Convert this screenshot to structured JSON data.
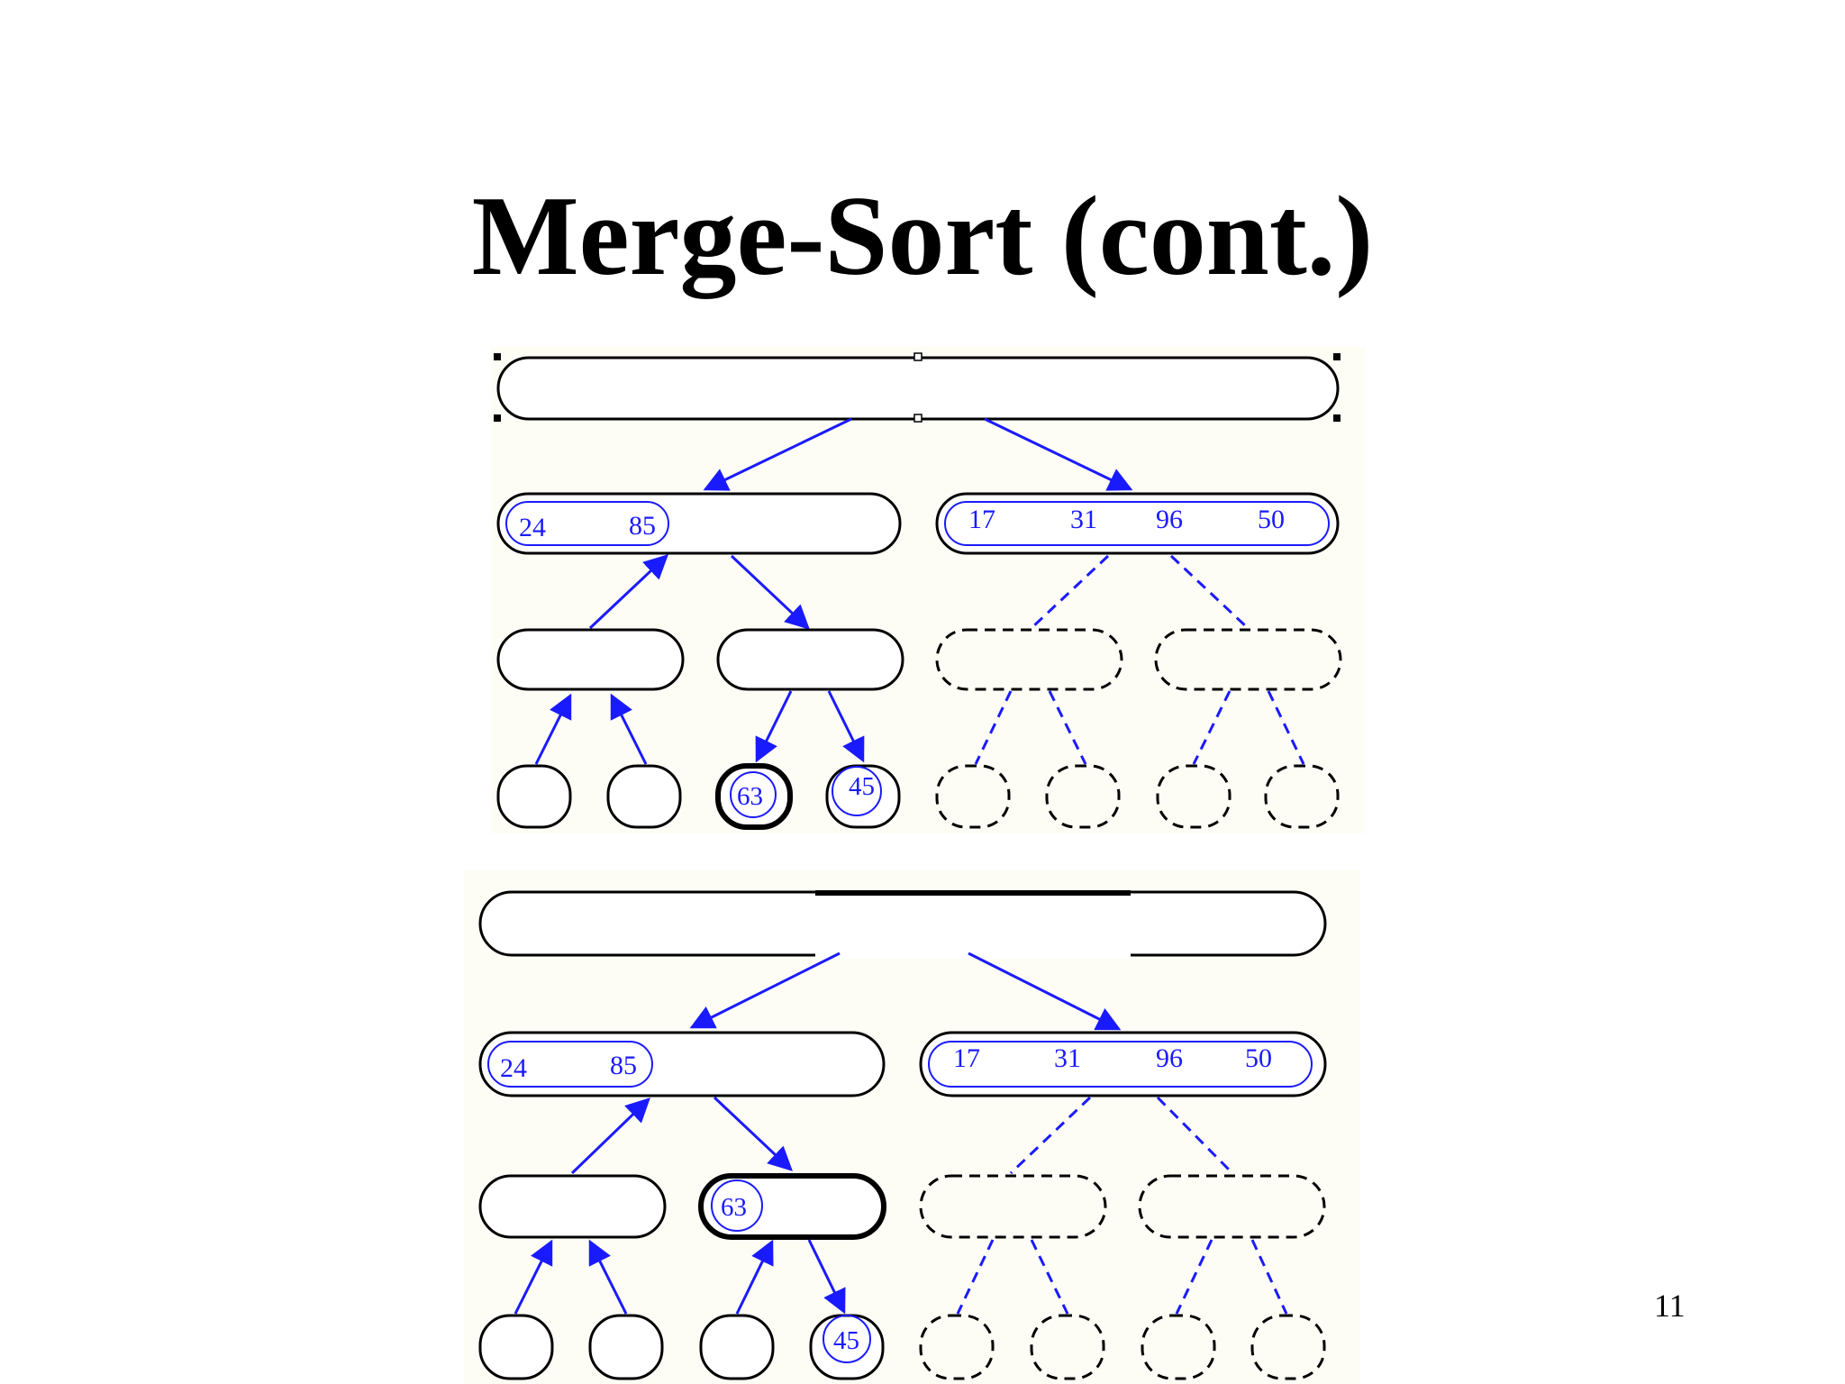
{
  "slide": {
    "title": "Merge-Sort (cont.)",
    "page_number": "11"
  },
  "colors": {
    "node_stroke": "#000000",
    "value_blue": "#1a1aff",
    "panel_background": "#fdfdf6"
  },
  "diagrams": [
    {
      "panel_name": "merge-sort-tree-step-1",
      "left_child_values": [
        "24",
        "85"
      ],
      "right_child_values": [
        "17",
        "31",
        "96",
        "50"
      ],
      "leaf_values": {
        "leaf_3": "63",
        "leaf_4": "45"
      },
      "highlighted_leaf": "leaf_3"
    },
    {
      "panel_name": "merge-sort-tree-step-2",
      "left_child_values": [
        "24",
        "85"
      ],
      "right_child_values": [
        "17",
        "31",
        "96",
        "50"
      ],
      "internal_values": {
        "internal_2": "63"
      },
      "leaf_values": {
        "leaf_4": "45"
      },
      "highlighted_internal": "internal_2"
    }
  ]
}
